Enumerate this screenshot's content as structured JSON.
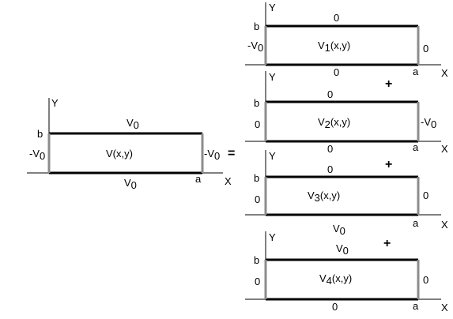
{
  "main": {
    "b": "b",
    "a": "a",
    "x_axis": "X",
    "y_axis": "Y",
    "top": "V",
    "top_sub": "0",
    "bottom": "V",
    "bottom_sub": "0",
    "left": "-V",
    "left_sub": "0",
    "right": "-V",
    "right_sub": "0",
    "func": "V(x,y)"
  },
  "equals": "=",
  "plus": "+",
  "parts": [
    {
      "b": "b",
      "a": "a",
      "x_axis": "X",
      "y_axis": "Y",
      "top": "0",
      "bottom": "0",
      "left": "-V",
      "left_sub": "0",
      "right": "0",
      "func_pre": "V",
      "func_sub": "1",
      "func_post": "(x,y)"
    },
    {
      "b": "b",
      "a": "a",
      "x_axis": "X",
      "y_axis": "Y",
      "top": "0",
      "bottom": "0",
      "left": "0",
      "right": "-V",
      "right_sub": "0",
      "func_pre": "V",
      "func_sub": "2",
      "func_post": "(x,y)"
    },
    {
      "b": "b",
      "a": "a",
      "x_axis": "X",
      "y_axis": "Y",
      "top": "0",
      "bottom": "V",
      "bottom_sub": "0",
      "left": "0",
      "right": "0",
      "func_pre": "V",
      "func_sub": "3",
      "func_post": "(x,y)"
    },
    {
      "b": "b",
      "a": "a",
      "x_axis": "X",
      "y_axis": "Y",
      "top": "V",
      "top_sub": "0",
      "bottom": "0",
      "left": "0",
      "right": "0",
      "func_pre": "V",
      "func_sub": "4",
      "func_post": "(x,y)"
    }
  ]
}
